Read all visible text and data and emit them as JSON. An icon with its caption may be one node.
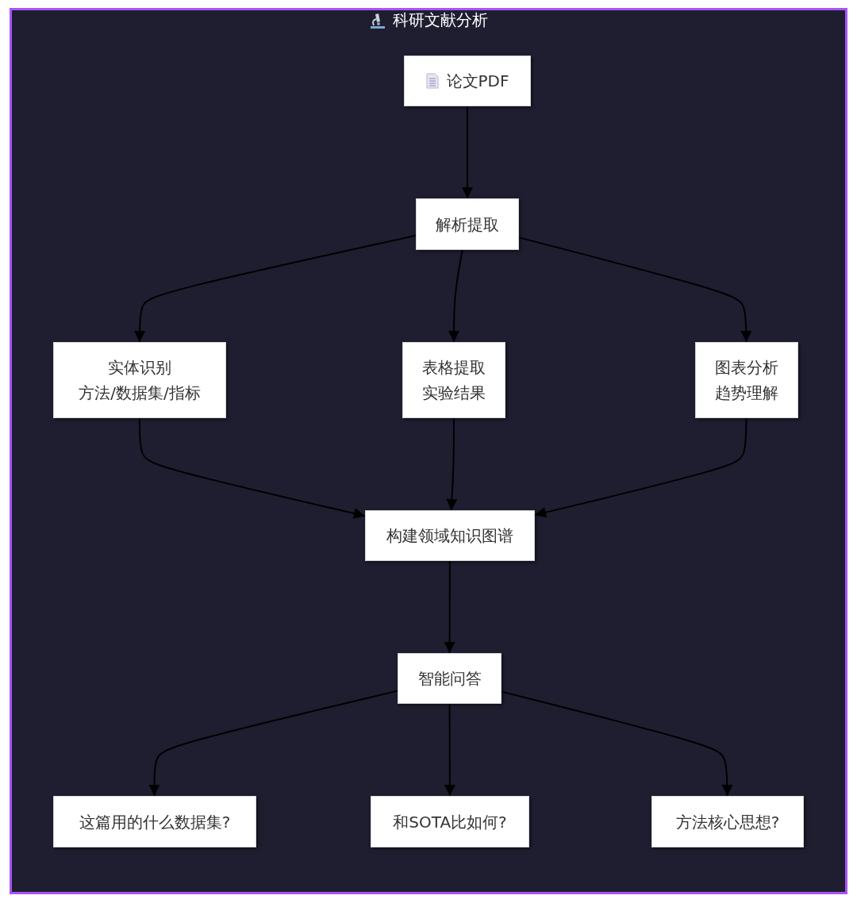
{
  "diagram": {
    "title": "科研文献分析",
    "nodes": [
      {
        "text": [
          "论文PDF"
        ]
      },
      {
        "text": [
          "解析提取"
        ]
      },
      {
        "text": [
          "实体识别",
          "方法/数据集/指标"
        ]
      },
      {
        "text": [
          "表格提取",
          "实验结果"
        ]
      },
      {
        "text": [
          "图表分析",
          "趋势理解"
        ]
      },
      {
        "text": [
          "构建领域知识图谱"
        ]
      },
      {
        "text": [
          "智能问答"
        ]
      },
      {
        "text": [
          "这篇用的什么数据集?"
        ]
      },
      {
        "text": [
          "和SOTA比如何?"
        ]
      },
      {
        "text": [
          "方法核心思想?"
        ]
      }
    ],
    "edges": [
      {
        "from": 0,
        "to": 1,
        "arrow": "to"
      },
      {
        "from": 1,
        "to": 2,
        "arrow": "to"
      },
      {
        "from": 1,
        "to": 3,
        "arrow": "to"
      },
      {
        "from": 1,
        "to": 4,
        "arrow": "to"
      },
      {
        "from": 2,
        "to": 5,
        "arrow": "to"
      },
      {
        "from": 3,
        "to": 5,
        "arrow": "to"
      },
      {
        "from": 4,
        "to": 5,
        "arrow": "to"
      },
      {
        "from": 5,
        "to": 6,
        "arrow": "to"
      },
      {
        "from": 6,
        "to": 7,
        "arrow": "to"
      },
      {
        "from": 6,
        "to": 8,
        "arrow": "to"
      },
      {
        "from": 6,
        "to": 9,
        "arrow": "to"
      }
    ]
  }
}
